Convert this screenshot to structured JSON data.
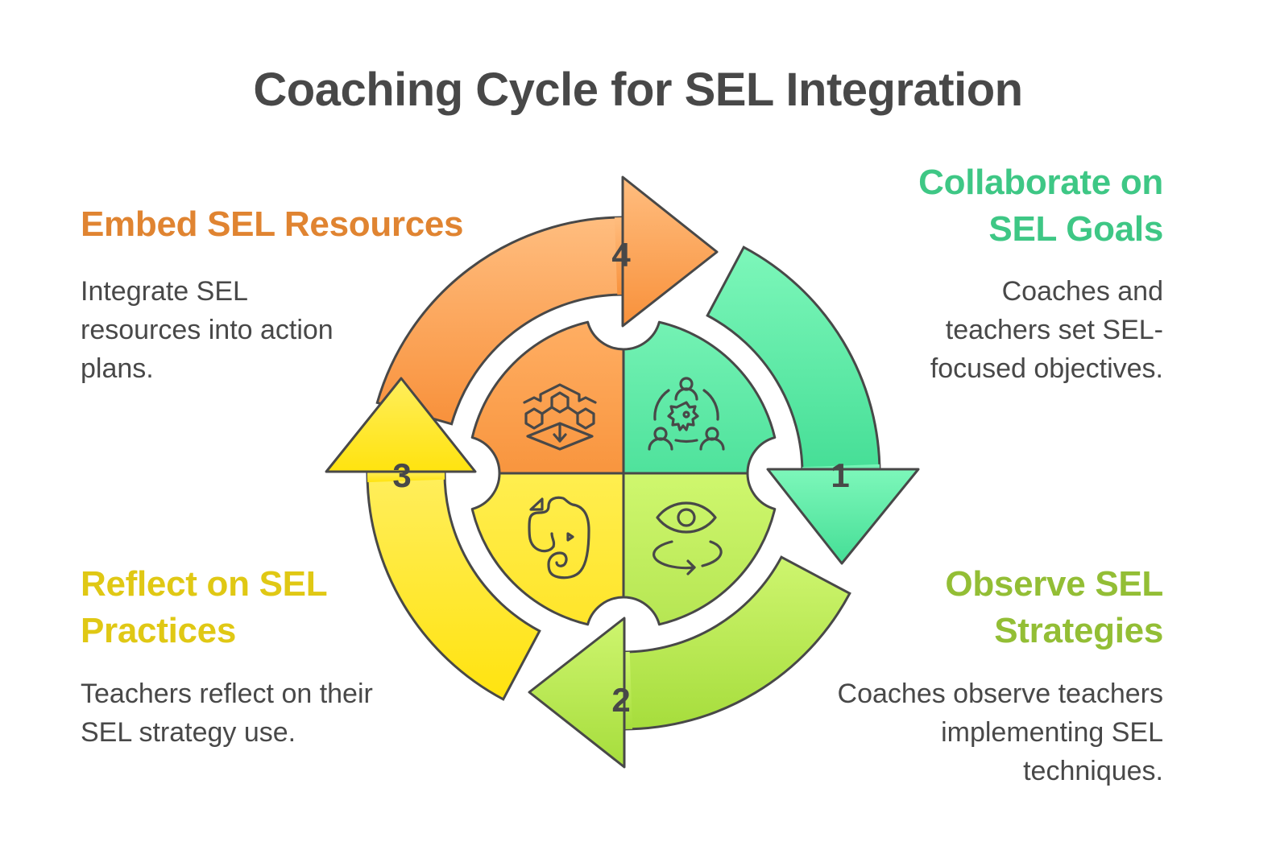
{
  "title": "Coaching Cycle for SEL Integration",
  "steps": [
    {
      "number": "1",
      "title_lines": [
        "Collaborate on",
        "SEL Goals"
      ],
      "description_lines": [
        "Coaches and",
        "teachers set SEL-",
        "focused objectives."
      ],
      "color": "#3EC785",
      "arrow_gradient": [
        "#7DF7BA",
        "#45DE96"
      ],
      "icon": "team-gear-icon"
    },
    {
      "number": "2",
      "title_lines": [
        "Observe SEL",
        "Strategies"
      ],
      "description_lines": [
        "Coaches observe teachers",
        "implementing SEL",
        "techniques."
      ],
      "color": "#93BE35",
      "arrow_gradient": [
        "#CEF56F",
        "#A6DD3C"
      ],
      "icon": "eye-rotate-icon"
    },
    {
      "number": "3",
      "title_lines": [
        "Reflect on SEL",
        "Practices"
      ],
      "description_lines": [
        "Teachers reflect on their",
        "SEL strategy use."
      ],
      "color": "#E0C814",
      "arrow_gradient": [
        "#FFEE5C",
        "#FFE30F"
      ],
      "icon": "elephant-icon"
    },
    {
      "number": "4",
      "title_lines": [
        "Embed SEL Resources"
      ],
      "description_lines": [
        "Integrate SEL",
        "resources into action",
        "plans."
      ],
      "color": "#E08431",
      "arrow_gradient": [
        "#FFBD7F",
        "#F8913B"
      ],
      "icon": "hexagon-network-icon"
    }
  ],
  "outline_color": "#484848",
  "text_color": "#484848"
}
